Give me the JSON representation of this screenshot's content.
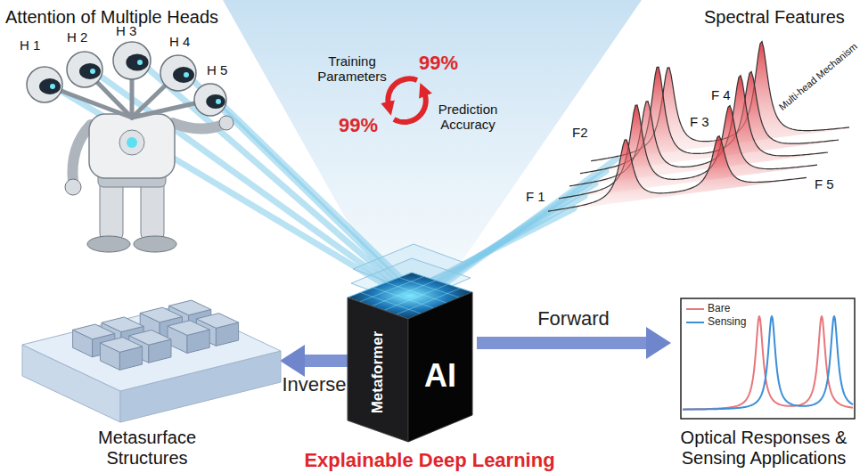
{
  "diagram": {
    "nodes": [
      {
        "text": [
          "Metaformer",
          "AI"
        ]
      },
      {
        "text": [
          "Metasurface Structures"
        ]
      },
      {
        "text": [
          "Optical Responses & Sensing Applications"
        ]
      }
    ],
    "edges": [
      {
        "from": 0,
        "to": 2,
        "label": "Forward",
        "arrow": "to"
      },
      {
        "from": 0,
        "to": 1,
        "label": "Inverse",
        "arrow": "to"
      }
    ],
    "labels": [
      "Attention of Multiple Heads",
      "H 1",
      "H 2",
      "H 3",
      "H 4",
      "H 5",
      "Training Parameters",
      "99%",
      "99%",
      "Prediction Accuracy",
      "Spectral Features",
      "F2",
      "F 1",
      "F 3",
      "F 4",
      "F 5",
      "Multi-head Mechanism",
      "Explainable Deep Learning"
    ],
    "legend": [
      {
        "text": "Bare"
      },
      {
        "text": "Sensing"
      }
    ]
  }
}
